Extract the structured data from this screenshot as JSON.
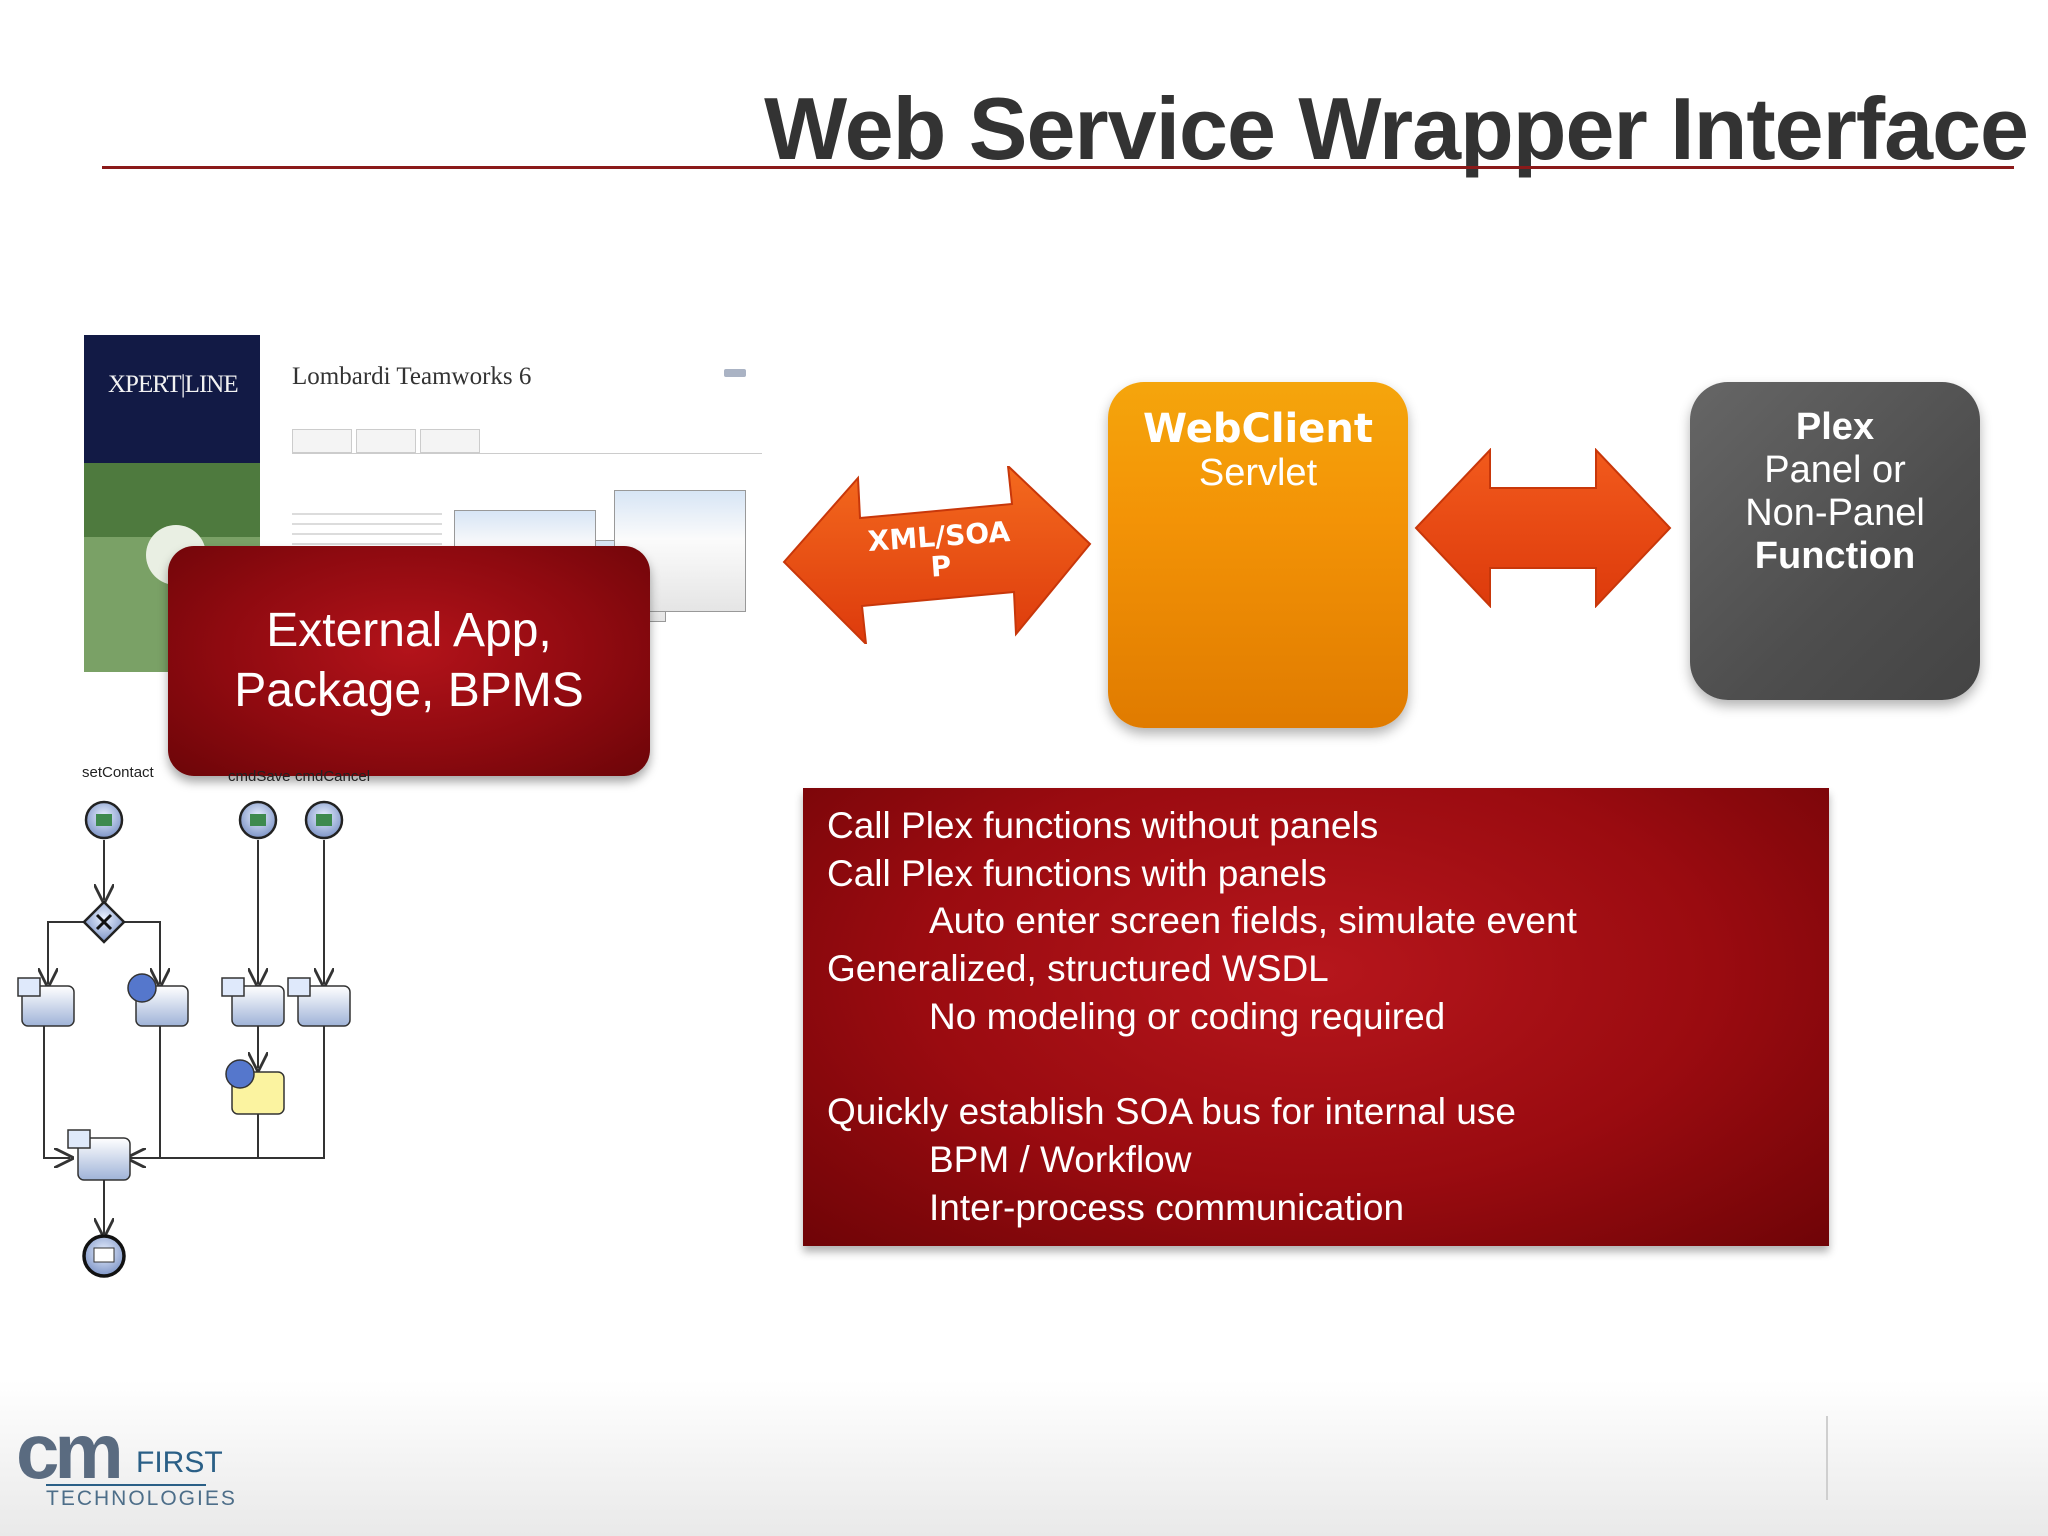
{
  "slide": {
    "title": "Web Service Wrapper Interface"
  },
  "collage": {
    "logo_text": "XPERT|LINE",
    "app_title": "Lombardi Teamworks 6"
  },
  "external_app": {
    "line1": "External App,",
    "line2": "Package, BPMS"
  },
  "arrow_left": {
    "label_line1": "XML/SOA",
    "label_line2": "P"
  },
  "webclient": {
    "title": "WebClient",
    "subtitle": "Servlet"
  },
  "plex": {
    "line1": "Plex",
    "line2": "Panel or",
    "line3": "Non-Panel",
    "line4": "Function"
  },
  "bullets": [
    {
      "level": 1,
      "text": "Call Plex functions without panels"
    },
    {
      "level": 1,
      "text": "Call Plex functions with panels"
    },
    {
      "level": 2,
      "text": "Auto enter screen fields, simulate event"
    },
    {
      "level": 1,
      "text": "Generalized, structured WSDL"
    },
    {
      "level": 2,
      "text": "No modeling or coding required"
    },
    {
      "level": 0,
      "text": ""
    },
    {
      "level": 1,
      "text": "Quickly establish SOA bus for internal use"
    },
    {
      "level": 2,
      "text": "BPM / Workflow"
    },
    {
      "level": 2,
      "text": "Inter-process communication"
    }
  ],
  "flow": {
    "label_1": "setContact",
    "label_2": "cmdSave",
    "label_3": "cmdCancel"
  },
  "logo": {
    "cm": "cm",
    "first": "FIRST",
    "technologies": "TECHNOLOGIES"
  },
  "colors": {
    "title_text": "#333333",
    "title_rule": "#8b1a1a",
    "red_box": "#9a0b10",
    "orange_box": "#f39306",
    "gray_box": "#4e4e4e",
    "arrow_orange": "#f05a14"
  }
}
